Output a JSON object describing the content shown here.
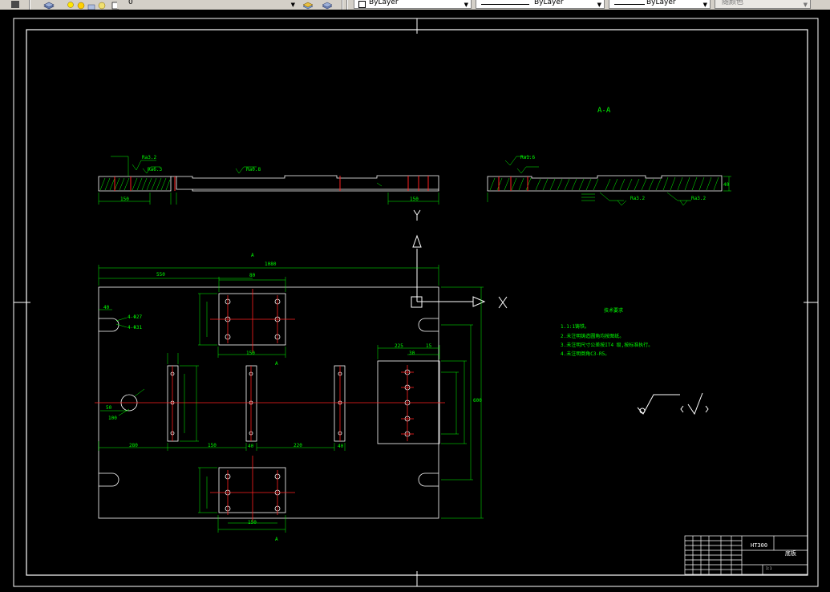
{
  "toolbar": {
    "layer_value": "0",
    "color_value": "ByLayer",
    "linetype_value": "ByLayer",
    "lineweight_value": "ByLayer",
    "plotstyle_value": "随颜色"
  },
  "drawing": {
    "section_label": "A-A",
    "ucs_x": "X",
    "ucs_y": "Y",
    "view_label_a_top": "A",
    "view_label_a_mid": "A",
    "view_label_a_bottom": "A",
    "notes_title": "技术要求",
    "notes": [
      "1.1:1铸铁。",
      "2.未注明铸造圆角均按图纸。",
      "3.未注明尺寸公差按IT4 级,按标准执行。",
      "4.未注明倒角C3-R5。"
    ],
    "material": "HT300",
    "title_name": "底板",
    "scale_box": "1:1",
    "dims": {
      "overall_len": "1080",
      "left_len": "550",
      "tab_width": "80",
      "top_hole_40": "40",
      "hole_top": "4-Φ27",
      "hole_top2": "4-Φ31",
      "right_block_w": "225",
      "right_block_30": "30",
      "right_block_15": "15",
      "total_h": "600",
      "d_280": "280",
      "d_150": "150",
      "d_40a": "40",
      "d_220": "220",
      "d_40b": "40",
      "d_50": "50",
      "d_100": "100",
      "d_150b": "150",
      "d_150c": "150",
      "top_left_sec": "150",
      "top_right_sec": "150",
      "sec_dim_40": "40",
      "ra_top1": "Ra3.2",
      "ra_top2": "Ra6.3",
      "ra_top3": "Ra0.8",
      "ra_sec1": "Ra1.6",
      "ra_sec2": "Ra3.2",
      "ra_sec3": "Ra3.2"
    }
  }
}
